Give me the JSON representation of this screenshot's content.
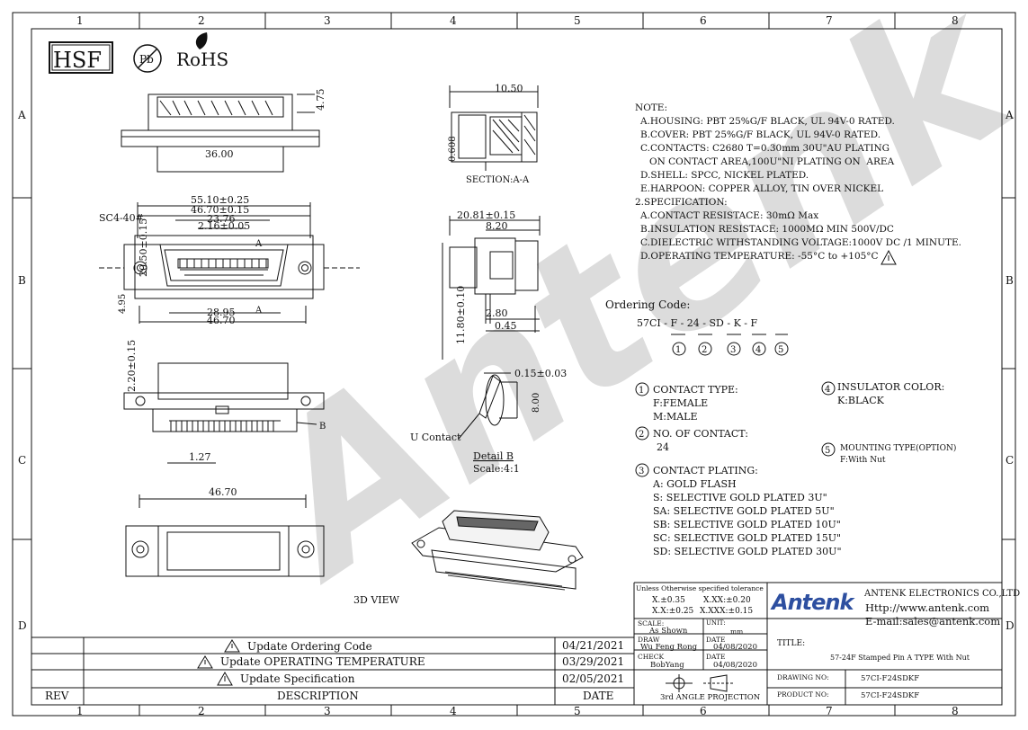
{
  "frame": {
    "col_numbers": [
      "1",
      "2",
      "3",
      "4",
      "5",
      "6",
      "7",
      "8"
    ],
    "row_letters": [
      "A",
      "B",
      "C",
      "D"
    ]
  },
  "logos": {
    "hsf": "HSF",
    "pb": "Pb",
    "rohs": "RoHS"
  },
  "dims": {
    "d475": "4.75",
    "d3600": "36.00",
    "d1050": "10.50",
    "d0608": "0.608",
    "section": "SECTION:A-A",
    "d5510": "55.10±0.25",
    "d4670a": "46.70±0.15",
    "d2376": "23.76",
    "d216": "2.16±0.05",
    "sc": "SC4-40#",
    "a_top": "A",
    "d2050": "20.50±0.15",
    "d495": "4.95",
    "d2895": "28.95",
    "a_bot": "A",
    "d4670b": "46.70",
    "d2081": "20.81±0.15",
    "d820": "8.20",
    "d1180": "11.80±0.10",
    "d280": "2.80",
    "d045": "0.45",
    "d220": "2.20±0.15",
    "b_lbl": "B",
    "d127": "1.27",
    "d015": "0.15±0.03",
    "d800": "8.00",
    "ucontact": "U Contact",
    "detail": "Detail B",
    "scale41": "Scale:4:1",
    "d4670c": "46.70",
    "view3d": "3D VIEW"
  },
  "notes": [
    "NOTE:",
    "A.HOUSING: PBT 25%G/F BLACK, UL 94V-0 RATED.",
    "B.COVER: PBT 25%G/F BLACK, UL 94V-0 RATED.",
    "C.CONTACTS: C2680 T=0.30mm 30U\"AU PLATING",
    "   ON CONTACT AREA,100U\"NI PLATING ON  AREA",
    "D.SHELL: SPCC, NICKEL PLATED.",
    "E.HARPOON: COPPER ALLOY, TIN OVER NICKEL",
    "2.SPECIFICATION:",
    "A.CONTACT RESISTACE: 30mΩ Max",
    "B.INSULATION RESISTACE: 1000MΩ MIN 500V/DC",
    "C.DIELECTRIC WITHSTANDING VOLTAGE:1000V DC /1 MINUTE.",
    "D.OPERATING TEMPERATURE: -55°C to +105°C"
  ],
  "ordering": {
    "label": "Ordering Code:",
    "code": "57CI - F - 24 - SD - K - F",
    "circles": [
      "1",
      "2",
      "3",
      "4",
      "5"
    ],
    "contact_type": {
      "title": "CONTACT TYPE:",
      "items": [
        "F:FEMALE",
        "M:MALE"
      ]
    },
    "no_contact": {
      "title": "NO. OF CONTACT:",
      "items": [
        "24"
      ]
    },
    "plating": {
      "title": "CONTACT PLATING:",
      "items": [
        "A: GOLD FLASH",
        "S: SELECTIVE GOLD PLATED 3U\"",
        "SA: SELECTIVE GOLD PLATED 5U\"",
        "SB: SELECTIVE GOLD PLATED 10U\"",
        "SC: SELECTIVE GOLD PLATED 15U\"",
        "SD: SELECTIVE GOLD PLATED 30U\""
      ]
    },
    "insulator": {
      "title": "INSULATOR COLOR:",
      "items": [
        "K:BLACK"
      ]
    },
    "mounting": {
      "title": "MOUNTING TYPE(OPTION)",
      "items": [
        "F:With Nut"
      ]
    }
  },
  "watermark": "Antenk",
  "revisions": [
    {
      "desc": "Update Ordering Code",
      "date": "04/21/2021"
    },
    {
      "desc": "Update OPERATING TEMPERATURE",
      "date": "03/29/2021"
    },
    {
      "desc": "Update Specification",
      "date": "02/05/2021"
    }
  ],
  "rev_header": {
    "rev": "REV",
    "desc": "DESCRIPTION",
    "date": "DATE"
  },
  "tolerance": {
    "title": "Unless Otherwise specified tolerance",
    "l1a": "X.±0.35",
    "l1b": "X.XX:±0.20",
    "l2a": "X.X:±0.25",
    "l2b": "X.XXX:±0.15"
  },
  "info": {
    "scale_lbl": "SCALE:",
    "scale_val": "As Shown",
    "unit_lbl": "UNIT:",
    "unit_val": "mm",
    "draw_lbl": "DRAW",
    "draw_name": "Wu Feng Rong",
    "date_lbl": "DATE",
    "draw_date": "04/08/2020",
    "check_lbl": "CHECK",
    "check_name": "BobYang",
    "check_date": "04/08/2020",
    "projection": "3rd ANGLE PROJECTION"
  },
  "company": {
    "logo": "Antenk",
    "name": "ANTENK ELECTRONICS CO.,LTD",
    "web": "Http://www.antenk.com",
    "email": "E-mail:sales@antenk.com"
  },
  "title_block": {
    "title_lbl": "TITLE:",
    "title_val": "57-24F Stamped Pin A TYPE With Nut",
    "drawing_lbl": "DRAWING NO:",
    "drawing_val": "57CI-F24SDKF",
    "product_lbl": "PRODUCT NO:",
    "product_val": "57CI-F24SDKF"
  },
  "colors": {
    "line": "#111111",
    "watermark": "#d9d9d9",
    "logo_blue": "#2d4fa0"
  }
}
